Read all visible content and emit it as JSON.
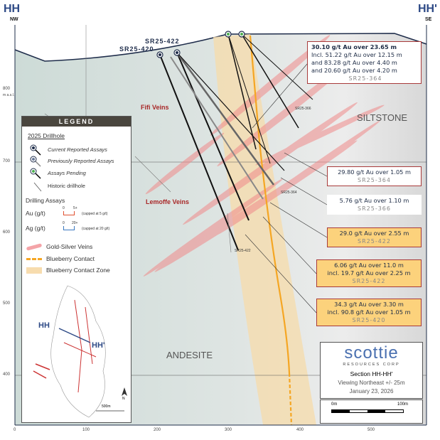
{
  "header": {
    "left_label": "HH",
    "left_dir": "NW",
    "right_label": "HH'",
    "right_dir": "SE"
  },
  "y_axis": {
    "unit": "m a.s.l.",
    "ticks": [
      "800",
      "700",
      "600",
      "500",
      "400"
    ]
  },
  "x_axis": {
    "ticks": [
      "0",
      "100",
      "200",
      "300",
      "400",
      "500"
    ]
  },
  "rock_units": {
    "upper": "SILTSTONE",
    "lower": "ANDESITE"
  },
  "vein_labels": {
    "fifi": "Fifi Veins",
    "lemoffe": "Lemoffe Veins"
  },
  "drillholes": {
    "sr420": "SR25-420",
    "sr422": "SR25-422",
    "sr422_end": "SR25-422",
    "sr364": "SR25-364",
    "sr366": "SR25-366"
  },
  "callouts": [
    {
      "lines": [
        "30.10 g/t Au over 23.65 m",
        "Incl. 51.22 g/t Au over 12.15 m",
        "and 83.28 g/t Au over 4.40 m",
        "and 20.60 g/t Au over 4.20 m"
      ],
      "hole": "SR25-364"
    },
    {
      "lines": [
        "29.80 g/t Au over 1.05 m"
      ],
      "hole": "SR25-364"
    },
    {
      "lines": [
        "5.76 g/t Au over 1.10 m"
      ],
      "hole": "SR25-366"
    },
    {
      "lines": [
        "29.0 g/t Au over 2.55 m"
      ],
      "hole": "SR25-422"
    },
    {
      "lines": [
        "6.06 g/t Au over 11.0 m",
        "incl. 19.7 g/t Au over 2.25 m"
      ],
      "hole": "SR25-422"
    },
    {
      "lines": [
        "34.3 g/t Au over 3.30 m",
        "incl. 90.8 g/t Au over 1.05 m"
      ],
      "hole": "SR25-420"
    }
  ],
  "legend": {
    "title": "LEGEND",
    "drillhole_heading": "2025 Drillhole",
    "current": "Current Reported Assays",
    "previous": "Previously Reported Assays",
    "pending": "Assays Pending",
    "historic": "Historic drillhole",
    "assays_heading": "Drilling Assays",
    "au_label": "Au (g/t)",
    "au_scale_min": "0",
    "au_scale_max": "5+",
    "au_note": "(capped at 5 g/t)",
    "ag_label": "Ag (g/t)",
    "ag_scale_min": "0",
    "ag_scale_max": "20+",
    "ag_note": "(capped at 20 g/t)",
    "veins": "Gold-Silver Veins",
    "contact": "Blueberry Contact",
    "contact_zone": "Blueberry Contact Zone"
  },
  "inset": {
    "hh": "HH",
    "hh_prime": "HH'",
    "north": "N",
    "scale": "500m"
  },
  "logo": {
    "brand": "scottie",
    "sub": "RESOURCES CORP",
    "section": "Section HH-HH'",
    "view": "Viewing Northeast +/- 25m",
    "date": "January 23, 2026"
  },
  "scale_bar": {
    "min": "0m",
    "max": "100m"
  },
  "colors": {
    "accent_blue": "#2e4a86",
    "vein": "#f08a8a",
    "contact": "#f5a623",
    "contact_zone": "#f7dcae",
    "callout_gold": "#fcd27c",
    "pending_green": "#4caf50"
  }
}
